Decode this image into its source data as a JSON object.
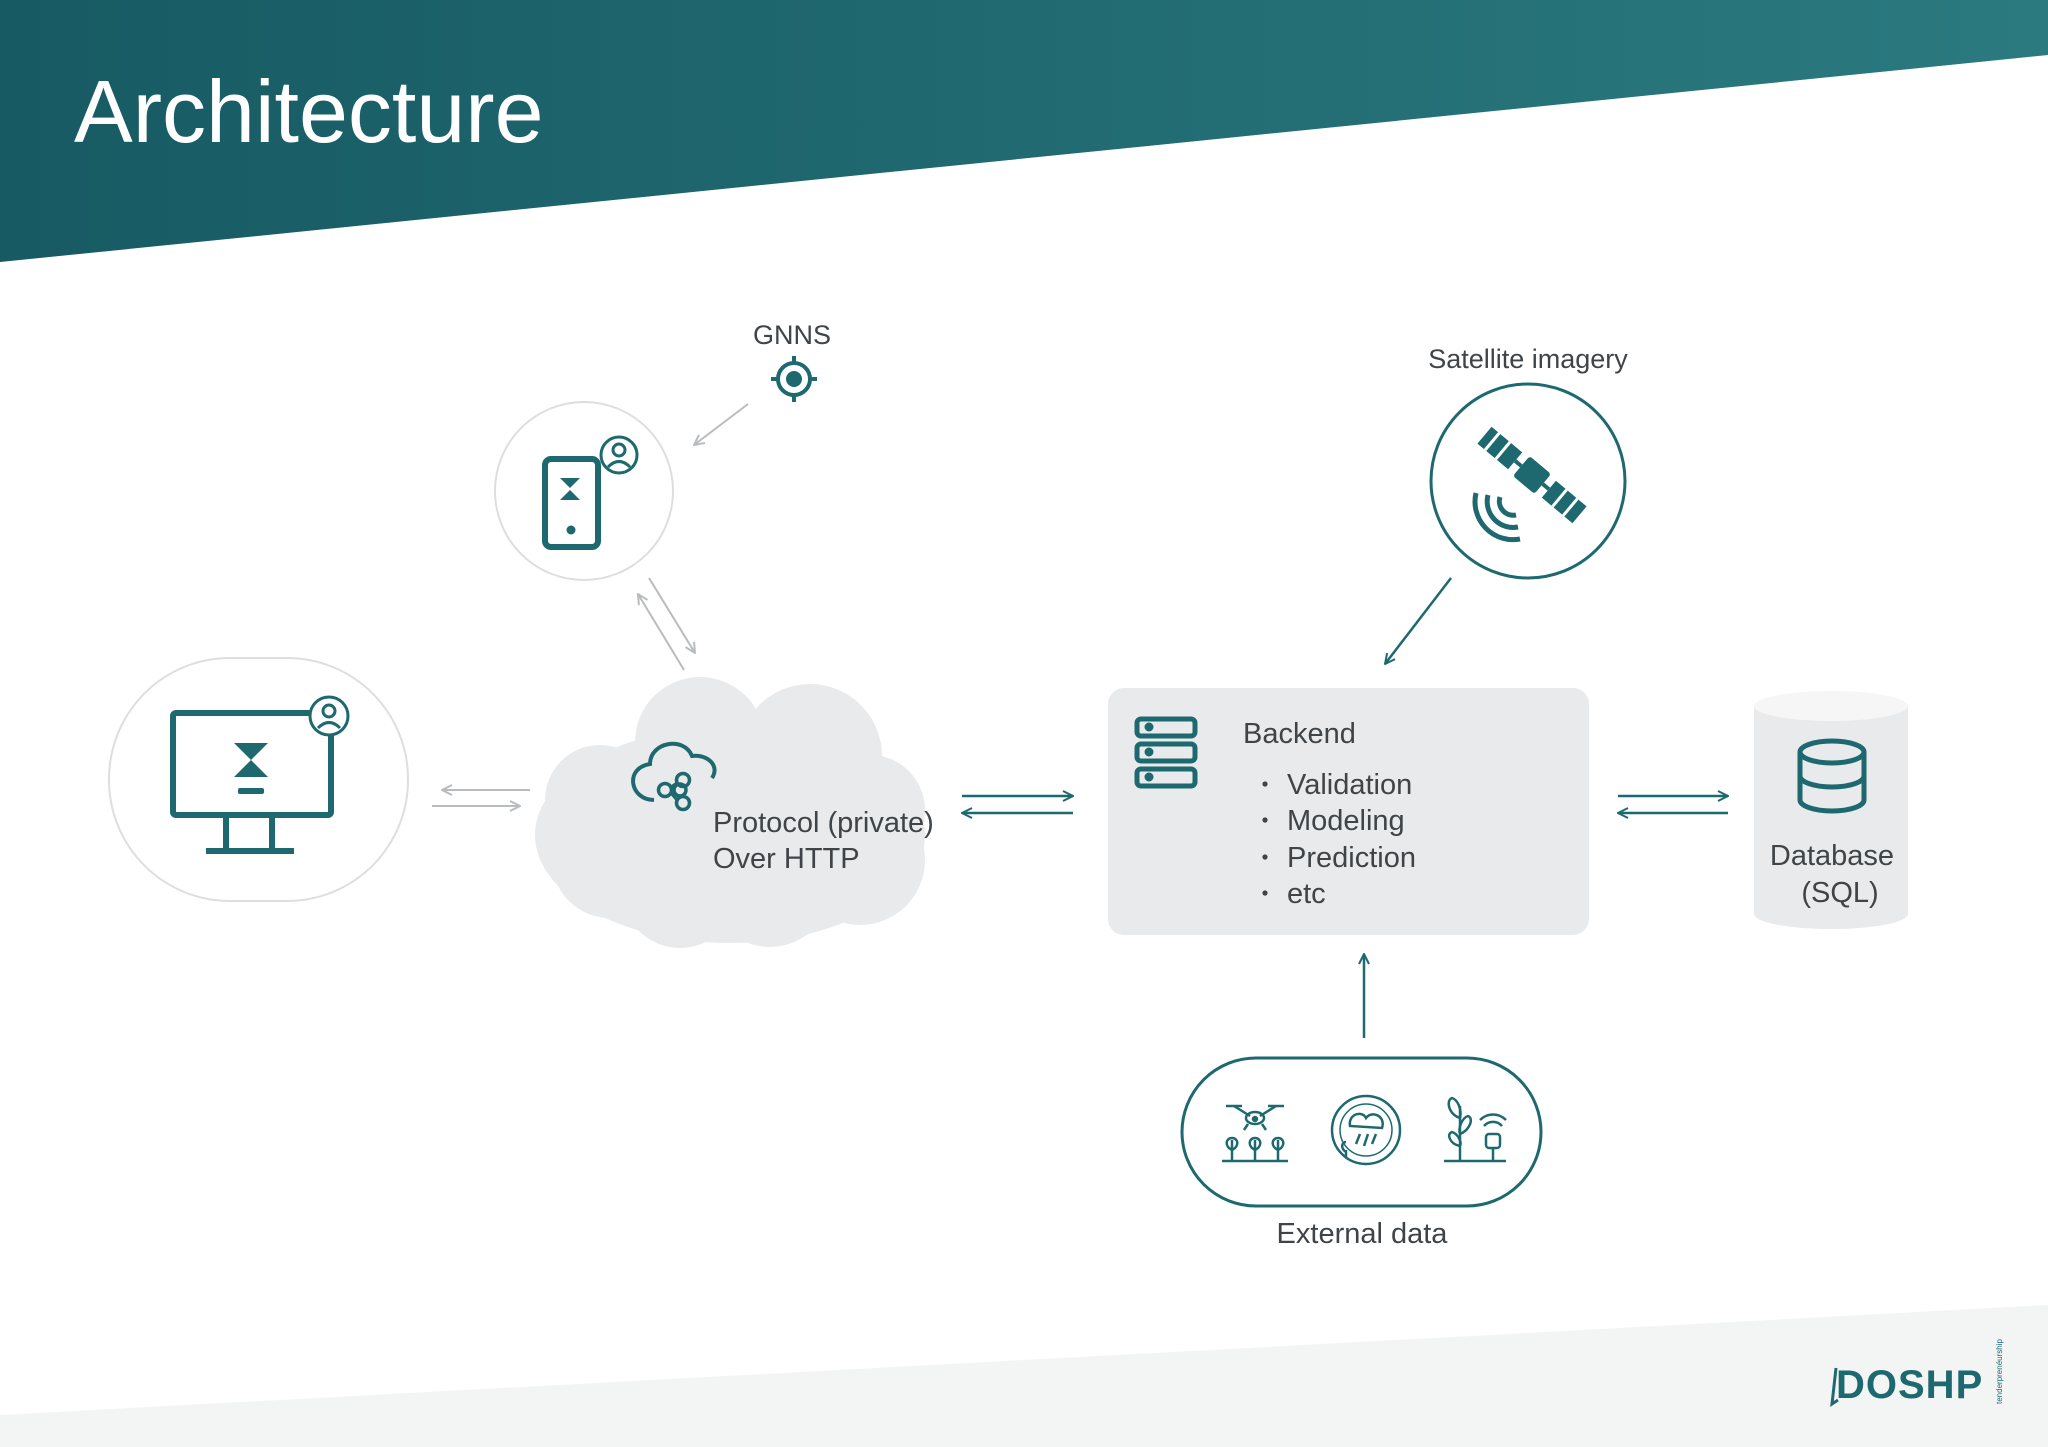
{
  "page": {
    "title": "Architecture"
  },
  "colors": {
    "accent": "#1e6970",
    "panel": "#e9eaeb",
    "arrow_light": "#b9bcbe"
  },
  "nodes": {
    "gnss": {
      "label": "GNNS",
      "icon": "gnss-target-icon"
    },
    "mobile_client": {
      "icon": "mobile-app-icon",
      "user_icon": "user-icon"
    },
    "desktop_client": {
      "icon": "desktop-app-icon",
      "user_icon": "user-icon"
    },
    "protocol_cloud": {
      "icon": "cloud-share-icon",
      "line1": "Protocol (private)",
      "line2": "Over HTTP"
    },
    "satellite": {
      "label": "Satellite imagery",
      "icon": "satellite-icon"
    },
    "backend": {
      "title": "Backend",
      "icon": "server-stack-icon",
      "items": [
        "Validation",
        "Modeling",
        "Prediction",
        "etc"
      ]
    },
    "database": {
      "line1": "Database",
      "line2": "(SQL)",
      "icon": "database-icon"
    },
    "external_data": {
      "label": "External data",
      "icons": [
        "drone-crops-icon",
        "weather-radar-icon",
        "plant-sensor-icon"
      ]
    }
  },
  "footer": {
    "brand": "DOSHP",
    "brand_sub": "tenderprenéurship"
  }
}
